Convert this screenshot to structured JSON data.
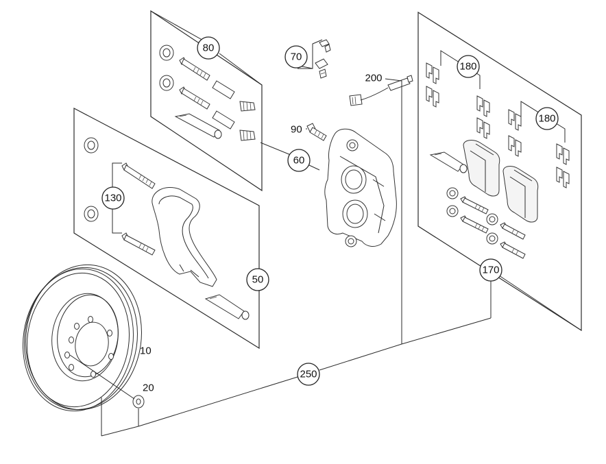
{
  "callouts": {
    "c80": "80",
    "c70": "70",
    "c200": "200",
    "c180a": "180",
    "c180b": "180",
    "c90": "90",
    "c60": "60",
    "c130": "130",
    "c50": "50",
    "c170": "170",
    "c10": "10",
    "c20": "20",
    "c250": "250"
  }
}
